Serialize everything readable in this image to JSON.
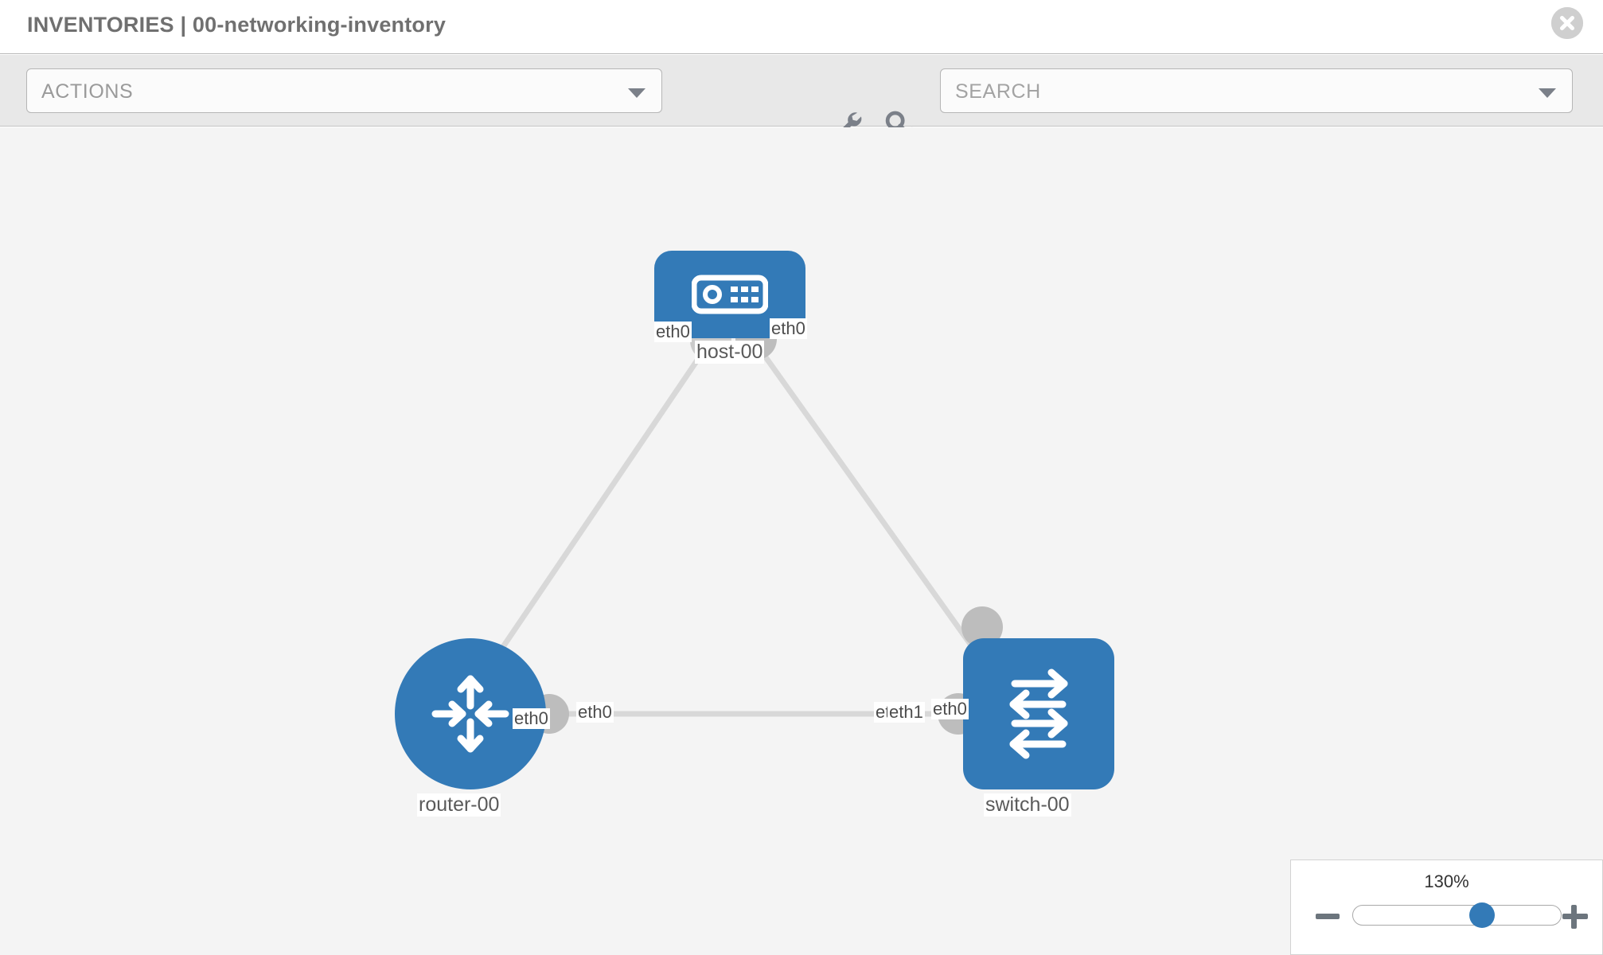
{
  "header": {
    "title": "INVENTORIES | 00-networking-inventory",
    "close_icon": "close-circle-icon"
  },
  "toolbar": {
    "actions_label": "ACTIONS",
    "actions_caret_icon": "chevron-down-icon",
    "wrench_icon": "wrench-icon",
    "key_icon": "key-icon",
    "search_placeholder": "SEARCH",
    "search_caret_icon": "chevron-down-icon"
  },
  "topology": {
    "nodes": [
      {
        "id": "host-00",
        "label": "host-00",
        "type": "host",
        "icon": "server-device-icon",
        "shape": "rounded-rect"
      },
      {
        "id": "router-00",
        "label": "router-00",
        "type": "router",
        "icon": "four-arrows-inward-icon",
        "shape": "circle"
      },
      {
        "id": "switch-00",
        "label": "switch-00",
        "type": "switch",
        "icon": "bidirectional-arrows-icon",
        "shape": "rounded-square"
      }
    ],
    "links": [
      {
        "from": "host-00",
        "from_port": "eth0",
        "to": "router-00",
        "to_port": "eth0"
      },
      {
        "from": "host-00",
        "from_port": "eth0",
        "to": "switch-00",
        "to_port": "eth0"
      },
      {
        "from": "router-00",
        "from_port": "eth0",
        "to": "switch-00",
        "to_port": "eth1"
      }
    ],
    "port_labels": {
      "host_left": "eth0",
      "host_right": "eth0",
      "router_up": "eth0",
      "switch_up": "eth0",
      "router_right": "eth0",
      "switch_left_a": "eth",
      "switch_left_b": "eth1"
    }
  },
  "zoom_control": {
    "value": "130%",
    "minus_icon": "minus-icon",
    "plus_icon": "plus-icon",
    "slider_icon": "zoom-slider-handle"
  },
  "colors": {
    "node_blue": "#337ab7",
    "canvas_bg": "#f4f4f4",
    "toolbar_bg": "#e8e8e8",
    "edge_gray": "#d8d8d8",
    "socket_gray": "#bdbdbd"
  }
}
